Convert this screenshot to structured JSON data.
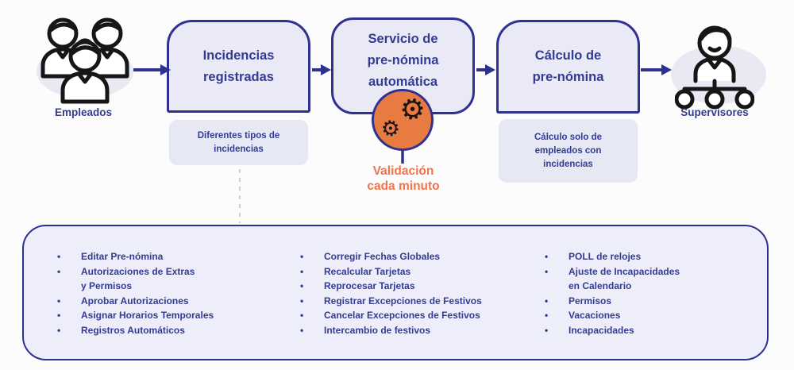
{
  "colors": {
    "navy": "#2e3192",
    "navy_text": "#333b94",
    "box_fill": "#e9eaf5",
    "note_fill": "#e6e8f4",
    "panel_fill": "#edeef9",
    "orange": "#e77b42",
    "orange_text": "#f2744b"
  },
  "flow": {
    "source": {
      "label": "Empleados",
      "icon": "employees-group-icon"
    },
    "steps": [
      {
        "title": "Incidencias\nregistradas",
        "note": "Diferentes tipos de\nincidencias"
      },
      {
        "title": "Servicio de\npre-nómina\nautomática",
        "badge_icon": "gears-icon",
        "badge_label": "Validación\ncada minuto",
        "badge_glyph": "⚙"
      },
      {
        "title": "Cálculo de\npre-nómina",
        "note": "Cálculo solo de\nempleados con\nincidencias"
      }
    ],
    "target": {
      "label": "Supervisores",
      "icon": "org-chart-icon"
    }
  },
  "panel": {
    "bullet_glyph": "•",
    "columns": [
      {
        "items": [
          "Editar Pre-nómina",
          "Autorizaciones de Extras\ny Permisos",
          "Aprobar Autorizaciones",
          "Asignar Horarios Temporales",
          "Registros Automáticos"
        ]
      },
      {
        "items": [
          "Corregir Fechas Globales",
          "Recalcular Tarjetas",
          "Reprocesar Tarjetas",
          "Registrar Excepciones de Festivos",
          "Cancelar Excepciones de Festivos",
          "Intercambio de festivos"
        ]
      },
      {
        "items": [
          "POLL de relojes",
          "Ajuste de Incapacidades\nen Calendario",
          "Permisos",
          "Vacaciones",
          "Incapacidades"
        ]
      }
    ]
  }
}
